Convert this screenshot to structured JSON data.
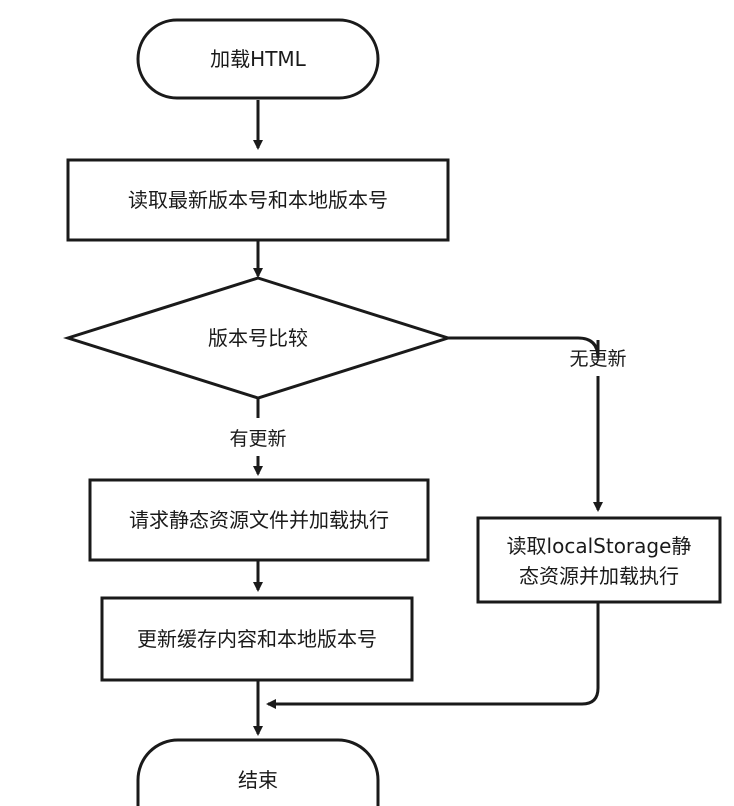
{
  "nodes": {
    "start": "加载HTML",
    "read_versions": "读取最新版本号和本地版本号",
    "compare": "版本号比较",
    "request_static": "请求静态资源文件并加载执行",
    "update_cache": "更新缓存内容和本地版本号",
    "read_local_line1": "读取localStorage静",
    "read_local_line2": "态资源并加载执行",
    "end": "结束"
  },
  "edges": {
    "has_update": "有更新",
    "no_update": "无更新"
  }
}
